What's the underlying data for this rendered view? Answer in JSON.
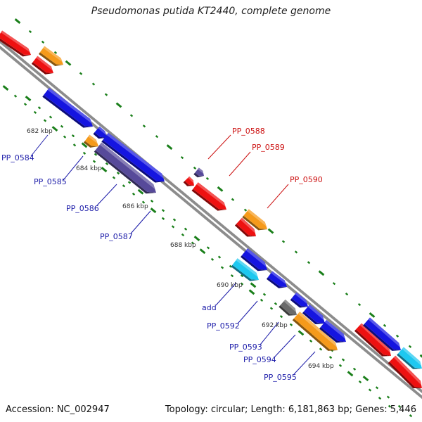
{
  "title": "Pseudomonas putida KT2440, complete genome",
  "accession": "Accession: NC_002947",
  "summary": "Topology: circular; Length: 6,181,863 bp; Genes: 5,446",
  "colors": {
    "backbone": "#8c8c8c",
    "tick": "#1a7f1a",
    "label_blue": "#1a1aa8",
    "label_red": "#cc1010",
    "red": "#ee1111",
    "orange": "#f59a1b",
    "blue": "#1515e0",
    "slate": "#574a9a",
    "cyan": "#1ec8f0",
    "gray": "#6a6a6a"
  },
  "scale_labels": [
    "682 kbp",
    "684 kbp",
    "686 kbp",
    "688 kbp",
    "690 kbp",
    "692 kbp",
    "694 kbp"
  ],
  "genes": [
    {
      "label": "",
      "color": "red"
    },
    {
      "label": "",
      "color": "orange"
    },
    {
      "label": "",
      "color": "red"
    },
    {
      "label": "PP_0584",
      "color": "blue"
    },
    {
      "label": "",
      "color": "blue"
    },
    {
      "label": "PP_0585",
      "color": "orange"
    },
    {
      "label": "PP_0586",
      "color": "slate"
    },
    {
      "label": "PP_0587",
      "color": "blue"
    },
    {
      "label": "PP_0588",
      "color": "slate"
    },
    {
      "label": "",
      "color": "red"
    },
    {
      "label": "PP_0589",
      "color": "red"
    },
    {
      "label": "PP_0590",
      "color": "orange"
    },
    {
      "label": "",
      "color": "red"
    },
    {
      "label": "",
      "color": "blue"
    },
    {
      "label": "add",
      "color": "cyan"
    },
    {
      "label": "",
      "color": "blue"
    },
    {
      "label": "",
      "color": "blue"
    },
    {
      "label": "PP_0592",
      "color": "blue"
    },
    {
      "label": "PP_0593",
      "color": "gray"
    },
    {
      "label": "PP_0594",
      "color": "orange"
    },
    {
      "label": "PP_0595",
      "color": "blue"
    },
    {
      "label": "",
      "color": "red"
    },
    {
      "label": "",
      "color": "blue"
    },
    {
      "label": "",
      "color": "red"
    },
    {
      "label": "",
      "color": "cyan"
    }
  ]
}
